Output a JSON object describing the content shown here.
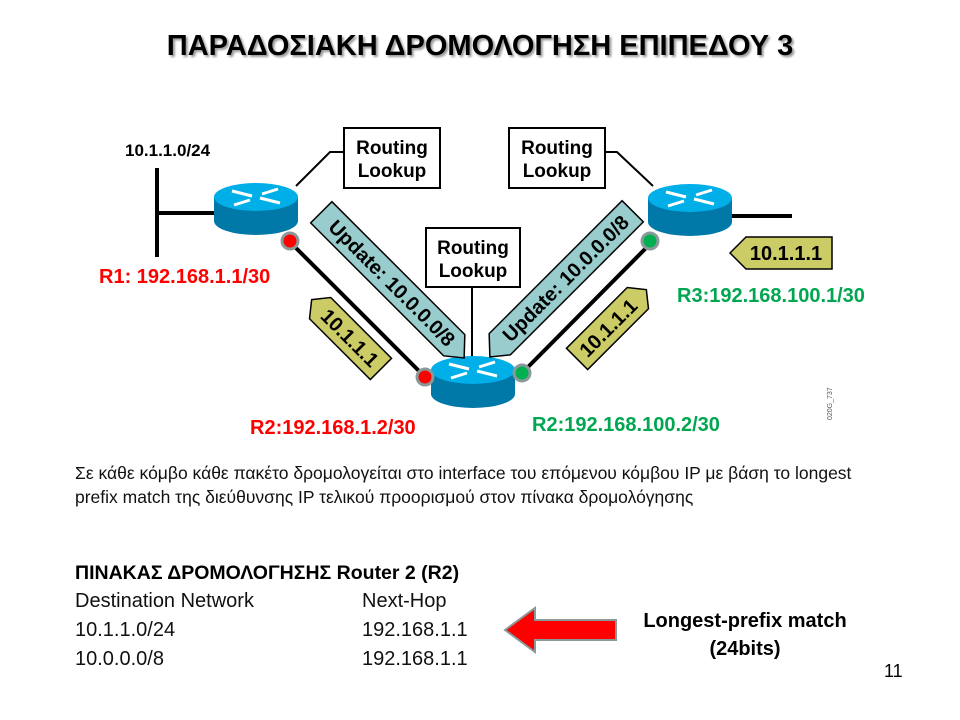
{
  "title": "ΠΑΡΑΔΟΣΙΑΚΗ ΔΡΟΜΟΛΟΓΗΣΗ ΕΠΙΠΕΔΟΥ 3",
  "diagram": {
    "network_label": "10.1.1.0/24",
    "routing_lookup_line1": "Routing",
    "routing_lookup_line2": "Lookup",
    "update_label": "Update: 10.0.0.0/8",
    "packet_label": "10.1.1.1",
    "r1_label": "R1: 192.168.1.1/30",
    "r2_left_label": "R2:192.168.1.2/30",
    "r2_right_label": "R2:192.168.100.2/30",
    "r3_label": "R3:192.168.100.1/30",
    "watermark": "020G_737",
    "colors": {
      "red": "#ff0000",
      "green": "#00a650",
      "router": "#00a0d8",
      "update": "#99cccc",
      "packet": "#cccc66"
    }
  },
  "description": "Σε κάθε κόμβο κάθε πακέτο δρομολογείται στο interface του επόμενου κόμβου IP με βάση το longest prefix match της διεύθυνσης IP τελικού προορισμού στον πίνακα δρομολόγησης",
  "table": {
    "heading": "ΠΙΝΑΚΑΣ ΔΡΟΜΟΛΟΓΗΣΗΣ Router 2 (R2)",
    "columns": [
      "Destination Network",
      "Next-Hop"
    ],
    "rows": [
      [
        "10.1.1.0/24",
        "192.168.1.1"
      ],
      [
        "10.0.0.0/8",
        "192.168.1.1"
      ]
    ]
  },
  "callout": {
    "line1": "Longest-prefix match",
    "line2": "(24bits)"
  },
  "page_number": "11"
}
